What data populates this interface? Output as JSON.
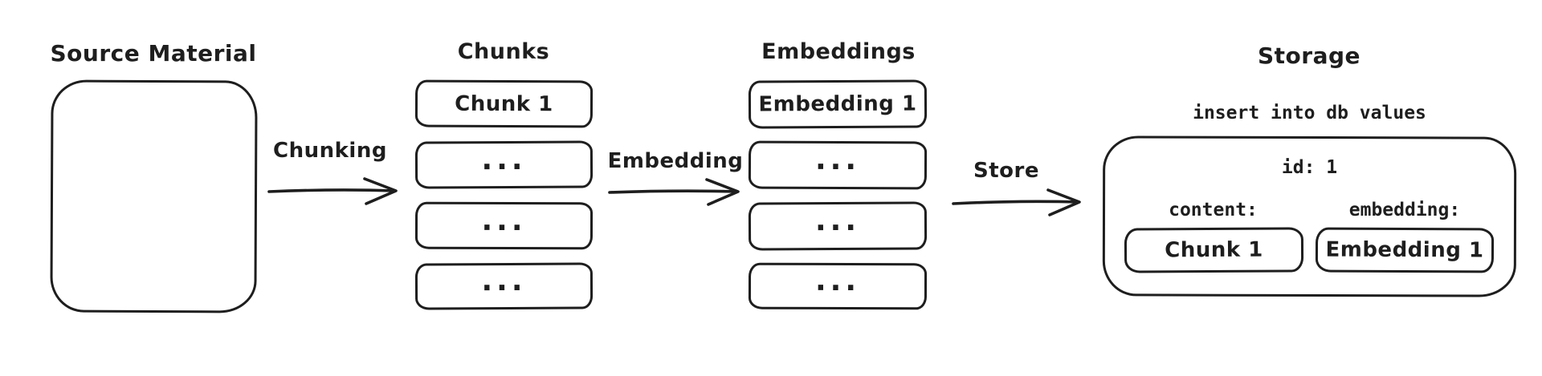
{
  "colors": {
    "stroke": "#1e1e1e",
    "bg": "#ffffff"
  },
  "source": {
    "title": "Source Material"
  },
  "chunking_arrow": {
    "label": "Chunking"
  },
  "chunks": {
    "title": "Chunks",
    "items": [
      "Chunk 1",
      "...",
      "...",
      "..."
    ]
  },
  "embedding_arrow": {
    "label": "Embedding"
  },
  "embeddings": {
    "title": "Embeddings",
    "items": [
      "Embedding 1",
      "...",
      "...",
      "..."
    ]
  },
  "store_arrow": {
    "label": "Store"
  },
  "storage": {
    "title": "Storage",
    "statement": "insert into db values",
    "record": {
      "id": "id: 1",
      "content_label": "content:",
      "content_value": "Chunk 1",
      "embedding_label": "embedding:",
      "embedding_value": "Embedding 1"
    }
  }
}
